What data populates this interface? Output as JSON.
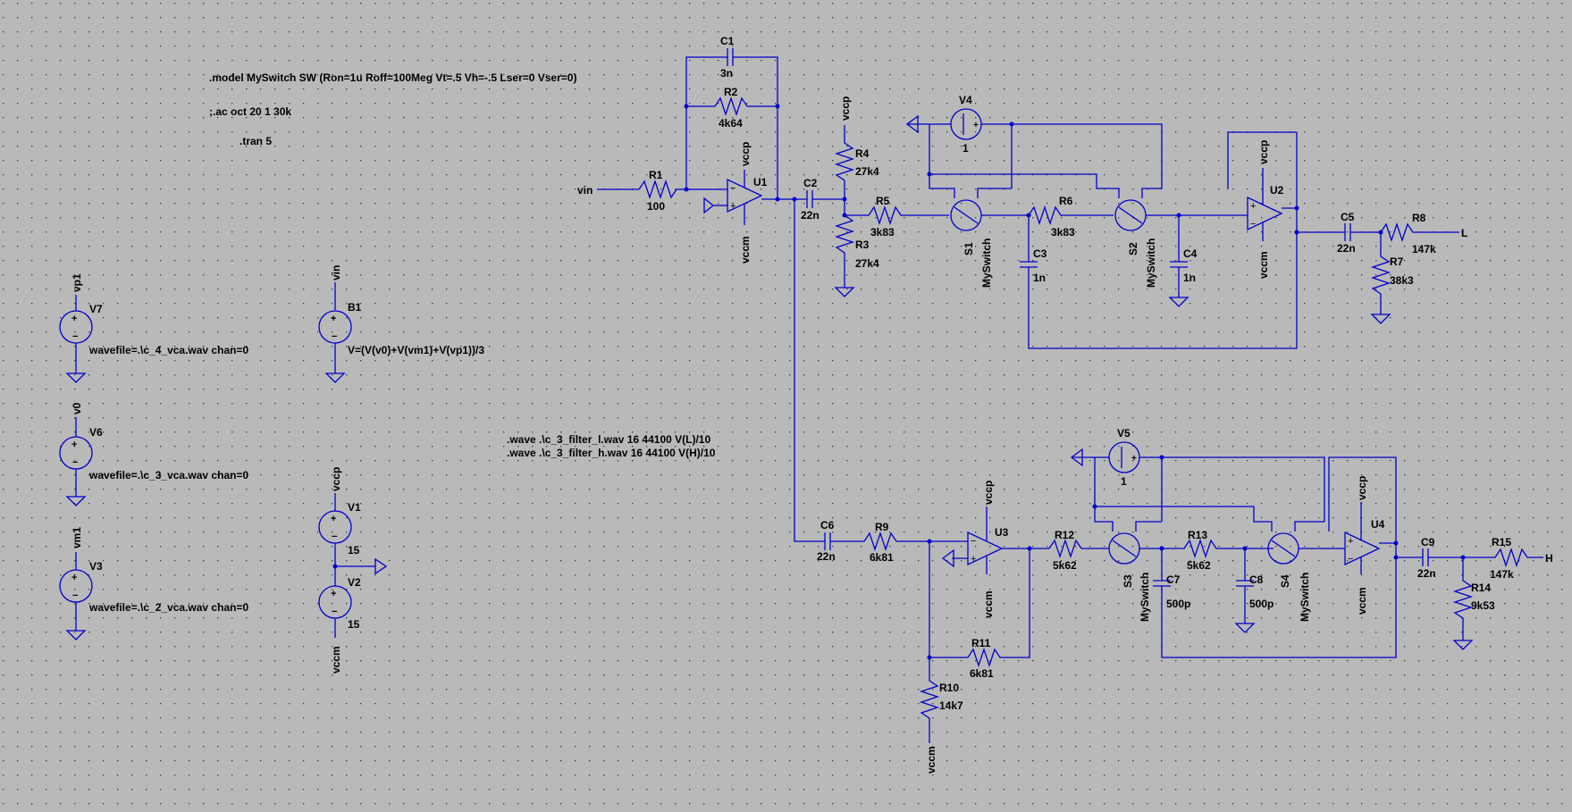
{
  "directives": {
    "model": ".model MySwitch SW (Ron=1u Roff=100Meg Vt=.5 Vh=-.5 Lser=0 Vser=0)",
    "ac": ";.ac oct 20 1 30k",
    "tran": ".tran 5",
    "wave_l": ".wave .\\c_3_filter_l.wav 16 44100 V(L)/10",
    "wave_h": ".wave .\\c_3_filter_h.wav 16 44100 V(H)/10"
  },
  "nets": {
    "vin": "vin",
    "vccp": "vccp",
    "vccm": "vccm",
    "vp1": "vp1",
    "v0": "v0",
    "vm1": "vm1",
    "L": "L",
    "H": "H"
  },
  "sources": {
    "V7": {
      "name": "V7",
      "value": "wavefile=.\\c_4_vca.wav chan=0"
    },
    "V6": {
      "name": "V6",
      "value": "wavefile=.\\c_3_vca.wav chan=0"
    },
    "V3": {
      "name": "V3",
      "value": "wavefile=.\\c_2_vca.wav chan=0"
    },
    "B1": {
      "name": "B1",
      "value": "V=(V(v0)+V(vm1)+V(vp1))/3"
    },
    "V1": {
      "name": "V1",
      "value": "15"
    },
    "V2": {
      "name": "V2",
      "value": "15"
    },
    "V4": {
      "name": "V4",
      "value": "1"
    },
    "V5": {
      "name": "V5",
      "value": "1"
    }
  },
  "components": {
    "C1": {
      "name": "C1",
      "value": "3n"
    },
    "R2": {
      "name": "R2",
      "value": "4k64"
    },
    "R1": {
      "name": "R1",
      "value": "100"
    },
    "U1": {
      "name": "U1"
    },
    "C2": {
      "name": "C2",
      "value": "22n"
    },
    "R4": {
      "name": "R4",
      "value": "27k4"
    },
    "R3": {
      "name": "R3",
      "value": "27k4"
    },
    "R5": {
      "name": "R5",
      "value": "3k83"
    },
    "S1": {
      "name": "S1",
      "model": "MySwitch"
    },
    "R6": {
      "name": "R6",
      "value": "3k83"
    },
    "S2": {
      "name": "S2",
      "model": "MySwitch"
    },
    "C3": {
      "name": "C3",
      "value": "1n"
    },
    "C4": {
      "name": "C4",
      "value": "1n"
    },
    "U2": {
      "name": "U2"
    },
    "C5": {
      "name": "C5",
      "value": "22n"
    },
    "R8": {
      "name": "R8",
      "value": "147k"
    },
    "R7": {
      "name": "R7",
      "value": "38k3"
    },
    "C6": {
      "name": "C6",
      "value": "22n"
    },
    "R9": {
      "name": "R9",
      "value": "6k81"
    },
    "U3": {
      "name": "U3"
    },
    "R12": {
      "name": "R12",
      "value": "5k62"
    },
    "S3": {
      "name": "S3",
      "model": "MySwitch"
    },
    "R13": {
      "name": "R13",
      "value": "5k62"
    },
    "S4": {
      "name": "S4",
      "model": "MySwitch"
    },
    "C7": {
      "name": "C7",
      "value": "500p"
    },
    "C8": {
      "name": "C8",
      "value": "500p"
    },
    "U4": {
      "name": "U4"
    },
    "C9": {
      "name": "C9",
      "value": "22n"
    },
    "R15": {
      "name": "R15",
      "value": "147k"
    },
    "R14": {
      "name": "R14",
      "value": "9k53"
    },
    "R11": {
      "name": "R11",
      "value": "6k81"
    },
    "R10": {
      "name": "R10",
      "value": "14k7"
    }
  }
}
